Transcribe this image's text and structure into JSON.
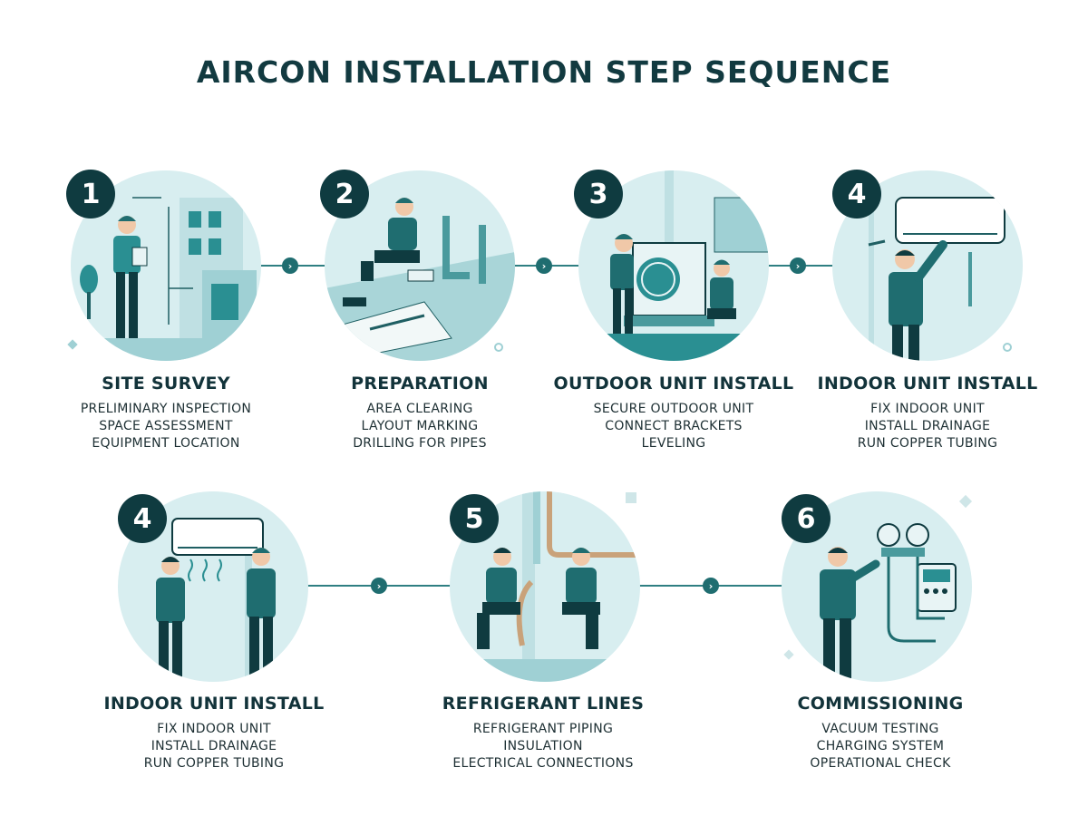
{
  "title": "AIRCON INSTALLATION STEP SEQUENCE",
  "colors": {
    "accent": "#2a8f92",
    "dark": "#0f3b40",
    "circle_fill": "#d8eef0",
    "connector": "#2f7f82"
  },
  "steps": [
    {
      "number": "1",
      "title": "SITE SURVEY",
      "lines": [
        "PRELIMINARY INSPECTION",
        "SPACE ASSESSMENT",
        "EQUIPMENT LOCATION"
      ],
      "icon": "site-survey-illustration"
    },
    {
      "number": "2",
      "title": "PREPARATION",
      "lines": [
        "AREA CLEARING",
        "LAYOUT MARKING",
        "DRILLING FOR PIPES"
      ],
      "icon": "preparation-illustration"
    },
    {
      "number": "3",
      "title": "OUTDOOR UNIT INSTALL",
      "lines": [
        "SECURE OUTDOOR UNIT",
        "CONNECT BRACKETS",
        "LEVELING"
      ],
      "icon": "outdoor-unit-illustration"
    },
    {
      "number": "4",
      "title": "INDOOR UNIT INSTALL",
      "lines": [
        "FIX INDOOR UNIT",
        "INSTALL DRAINAGE",
        "RUN COPPER TUBING"
      ],
      "icon": "indoor-unit-illustration"
    },
    {
      "number": "4",
      "title": "INDOOR UNIT INSTALL",
      "lines": [
        "FIX INDOOR UNIT",
        "INSTALL DRAINAGE",
        "RUN COPPER TUBING"
      ],
      "icon": "indoor-unit-team-illustration"
    },
    {
      "number": "5",
      "title": "REFRIGERANT LINES",
      "lines": [
        "REFRIGERANT PIPING",
        "INSULATION",
        "ELECTRICAL CONNECTIONS"
      ],
      "icon": "refrigerant-lines-illustration"
    },
    {
      "number": "6",
      "title": "COMMISSIONING",
      "lines": [
        "VACUUM TESTING",
        "CHARGING SYSTEM",
        "OPERATIONAL CHECK"
      ],
      "icon": "commissioning-illustration"
    }
  ],
  "connector_arrow": "›"
}
